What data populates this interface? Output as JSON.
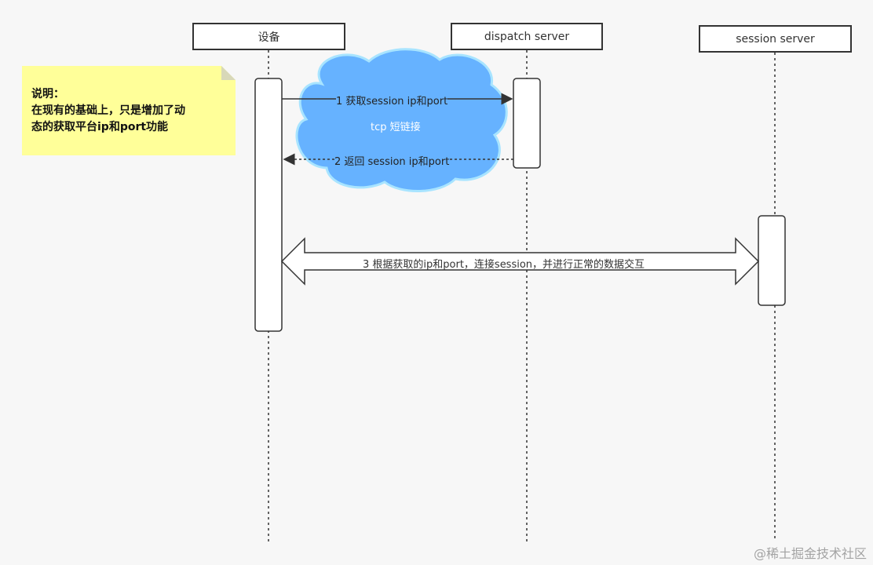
{
  "participants": {
    "device": "设备",
    "dispatch": "dispatch server",
    "session": "session server"
  },
  "note": {
    "title": "说明：",
    "line1": "在现有的基础上，只是增加了动",
    "line2": "态的获取平台ip和port功能"
  },
  "messages": {
    "m1": "1 获取session ip和port",
    "m2": "2 返回 session ip和port",
    "m3": "3 根据获取的ip和port，连接session，并进行正常的数据交互"
  },
  "cloud_label": "tcp 短链接",
  "watermark": "@稀土掘金技术社区",
  "colors": {
    "cloud_fill": "#66b2ff",
    "cloud_stroke": "#a8e4ff",
    "note_fill": "#ffff99",
    "line": "#333333"
  }
}
